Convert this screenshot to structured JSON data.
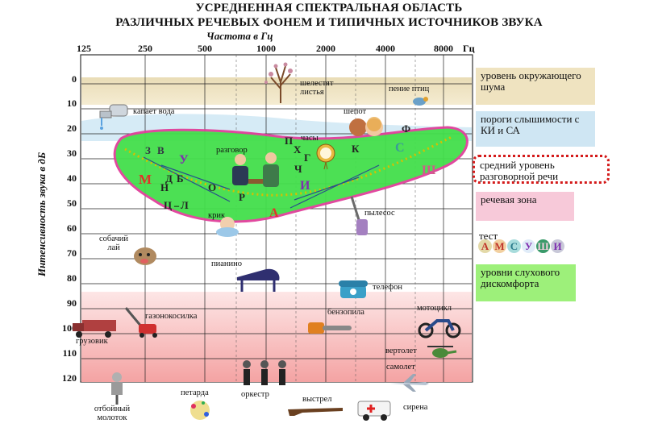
{
  "title_line1": "УСРЕДНЕННАЯ СПЕКТРАЛЬНАЯ ОБЛАСТЬ",
  "title_line2": "РАЗЛИЧНЫХ РЕЧЕВЫХ ФОНЕМ И ТИПИЧНЫХ ИСТОЧНИКОВ ЗВУКА",
  "x_axis_label": "Частота в Гц",
  "x_unit": "Гц",
  "y_axis_label": "Интенсивность звука в дБ",
  "freq_ticks": [
    "125",
    "250",
    "500",
    "1000",
    "2000",
    "4000",
    "8000"
  ],
  "db_ticks": [
    "0",
    "10",
    "20",
    "30",
    "40",
    "50",
    "60",
    "70",
    "80",
    "90",
    "100",
    "110",
    "120"
  ],
  "sources": {
    "leaves": "шелестят листья",
    "birds": "пение птиц",
    "water": "капает вода",
    "whisper": "шепот",
    "clock": "часы",
    "talk": "разговор",
    "shout": "крик",
    "vacuum": "пылесос",
    "dog": "собачий лай",
    "piano": "пианино",
    "phone": "телефон",
    "mower": "газонокосилка",
    "chainsaw": "бензопила",
    "motorcycle": "мотоцикл",
    "truck": "грузовик",
    "helicopter": "вертолет",
    "airplane": "самолет",
    "jackhammer": "отбойный молоток",
    "firecracker": "петарда",
    "orchestra": "оркестр",
    "shot": "выстрел",
    "siren": "сирена"
  },
  "phonemes": {
    "z": "З",
    "v": "В",
    "u": "У",
    "m": "М",
    "d": "Д",
    "b": "Б",
    "n": "Н",
    "ts": "Ц",
    "l": "Л",
    "o": "О",
    "r": "Р",
    "a": "А",
    "i": "И",
    "p": "П",
    "h": "Х",
    "g": "Г",
    "ch": "Ч",
    "k": "К",
    "f": "Ф",
    "s": "С",
    "sh": "Ш"
  },
  "legend": {
    "ambient": "уровень окружающего шума",
    "thresholds": "пороги слышимости с КИ и СА",
    "speech": "средний уровень разговорной речи",
    "speech_zone": "речевая зона",
    "test_title": "тест",
    "test_letters": [
      "А",
      "М",
      "С",
      "У",
      "Ш",
      "И"
    ],
    "discomfort": "уровни слухового дискомфорта"
  },
  "colors": {
    "ambient": "#efe3c0",
    "threshold": "#cfe6f3",
    "speech_zone": "#f7c9d9",
    "discomfort": "#9df07a",
    "banana": "#45e24a",
    "speech_dots": "#d8c200",
    "danger": "#f7b4b4"
  }
}
